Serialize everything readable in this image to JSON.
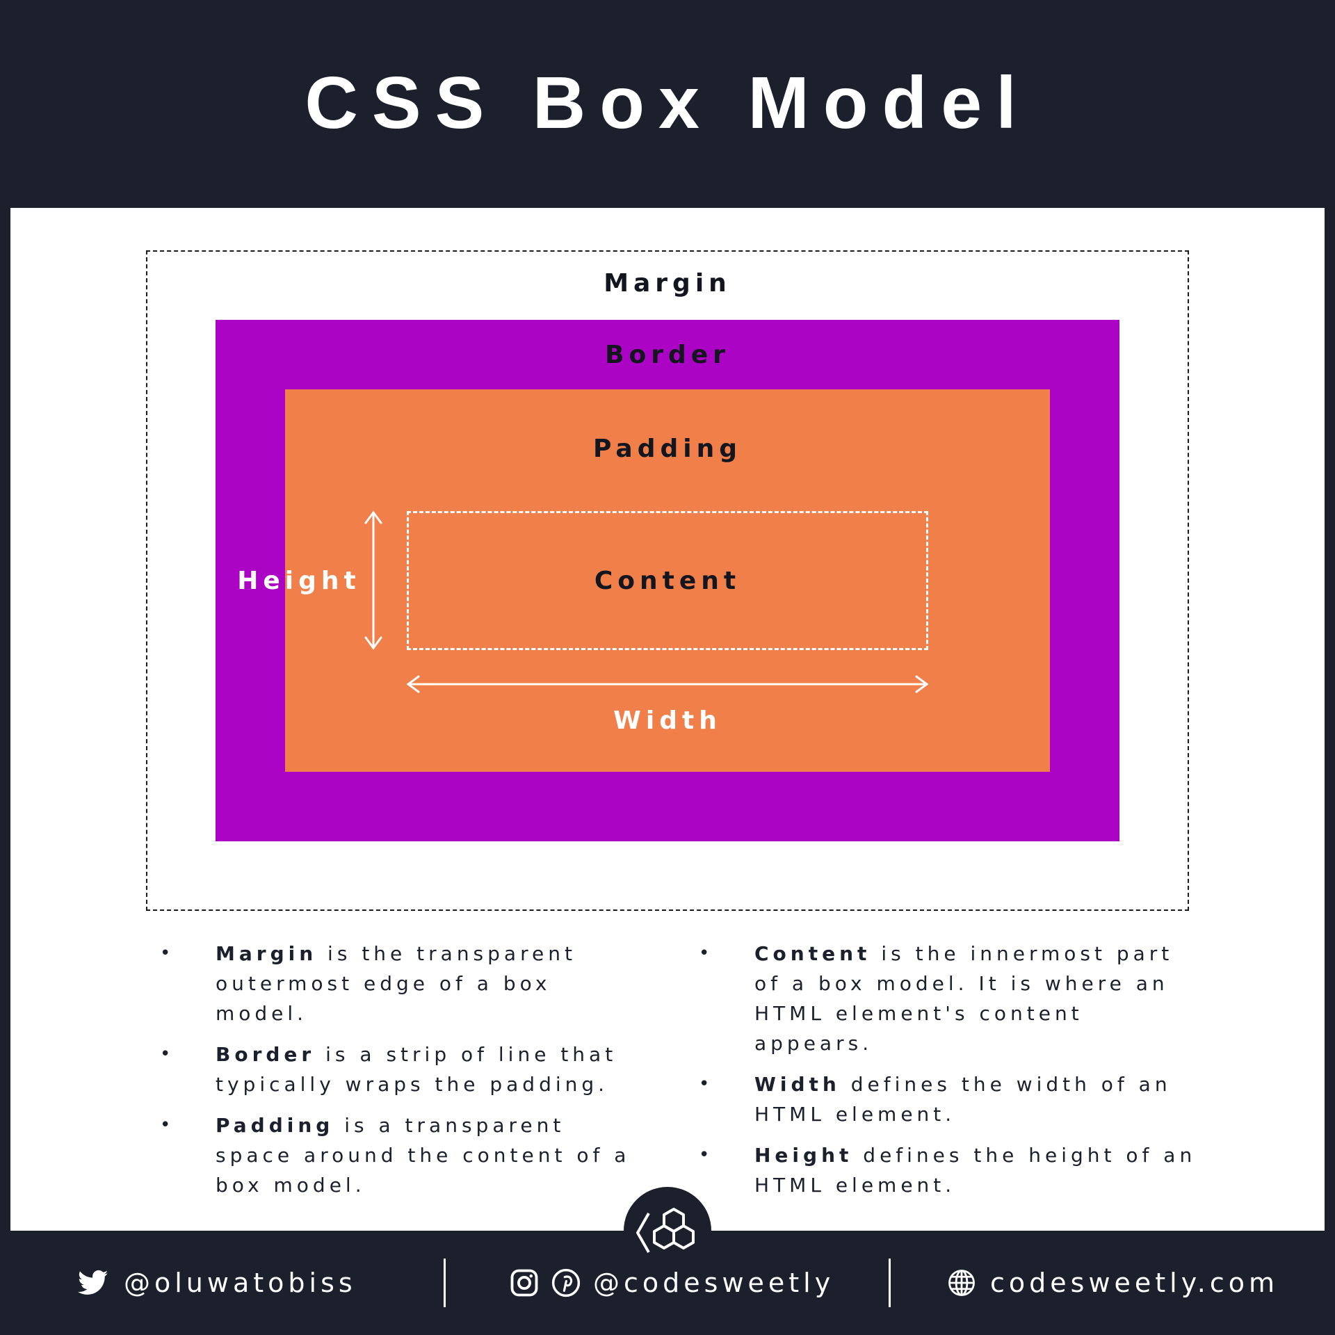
{
  "title": "CSS Box Model",
  "diagram": {
    "margin_label": "Margin",
    "border_label": "Border",
    "padding_label": "Padding",
    "content_label": "Content",
    "height_label": "Height",
    "width_label": "Width"
  },
  "colors": {
    "background": "#1b202c",
    "panel": "#ffffff",
    "border_fill": "#ac04c4",
    "padding_fill": "#f07f49",
    "text_dark": "#14161f"
  },
  "definitions": {
    "left": [
      {
        "term": "Margin",
        "text": "is the transparent outermost edge of a box model."
      },
      {
        "term": "Border",
        "text": "is a strip of line that typically wraps the padding."
      },
      {
        "term": "Padding",
        "text": "is a transparent space around the content of a box model."
      }
    ],
    "right": [
      {
        "term": "Content",
        "text": "is the innermost part of a box model. It is where an HTML element's content appears."
      },
      {
        "term": "Width",
        "text": "defines the width of an HTML element."
      },
      {
        "term": "Height",
        "text": "defines the height of an HTML element."
      }
    ]
  },
  "footer": {
    "twitter_handle": "@oluwatobiss",
    "social_handle": "@codesweetly",
    "website": "codesweetly.com",
    "icons": [
      "twitter-icon",
      "instagram-icon",
      "pinterest-icon",
      "globe-icon"
    ]
  },
  "logo": "codesweetly-logo"
}
